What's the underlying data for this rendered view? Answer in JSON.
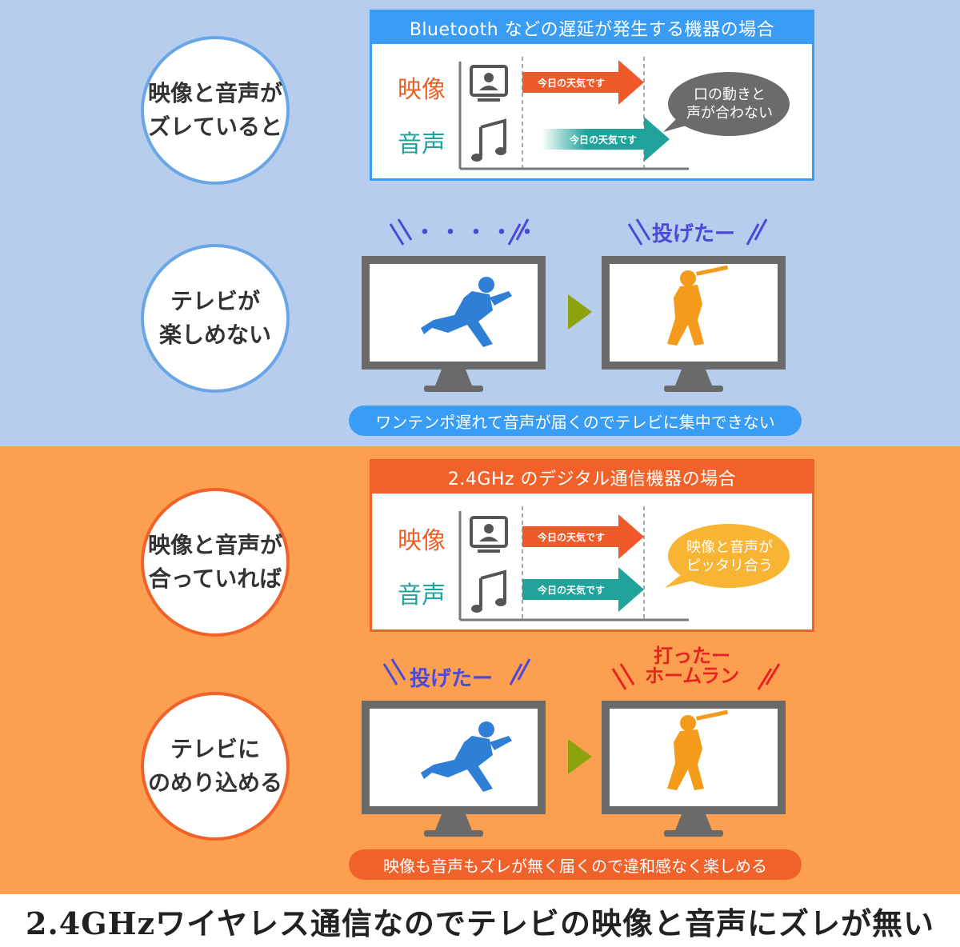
{
  "colors": {
    "top_panel_bg": "#b6cdee",
    "bottom_panel_bg": "#fd9f51",
    "blue_accent": "#3a9df5",
    "orange_accent": "#f1622a",
    "video_label": "#e8612a",
    "audio_label": "#20a39a",
    "pitcher": "#2f7fd6",
    "batter": "#f59b1b",
    "exclaim": "#4b4ad6",
    "homerun": "#e6231f"
  },
  "top": {
    "circle1_label": "映像と音声が\nズレていると",
    "box_header": "Bluetooth などの遅延が発生する機器の場合",
    "video_label": "映像",
    "audio_label": "音声",
    "video_arrow_text": "今日の天気です",
    "audio_arrow_text": "今日の天気です",
    "bubble": "口の動きと\n声が合わない",
    "circle2_label": "テレビが\n楽しめない",
    "exclaim_left": "・・・・・",
    "exclaim_right": "投げたー",
    "pill": "ワンテンポ遅れて音声が届くのでテレビに集中できない",
    "icons": [
      "tv-person-icon",
      "music-note-icon",
      "pitcher-silhouette",
      "batter-silhouette",
      "play-arrow-icon"
    ]
  },
  "bottom": {
    "circle1_label": "映像と音声が\n合っていれば",
    "box_header": "2.4GHz のデジタル通信機器の場合",
    "video_label": "映像",
    "audio_label": "音声",
    "video_arrow_text": "今日の天気です",
    "audio_arrow_text": "今日の天気です",
    "bubble": "映像と音声が\nピッタリ合う",
    "circle2_label": "テレビに\nのめり込める",
    "exclaim_left": "投げたー",
    "exclaim_right": "打ったー\nホームラン",
    "pill": "映像も音声もズレが無く届くので違和感なく楽しめる"
  },
  "caption": "2.4GHzワイヤレス通信なのでテレビの映像と音声にズレが無い"
}
